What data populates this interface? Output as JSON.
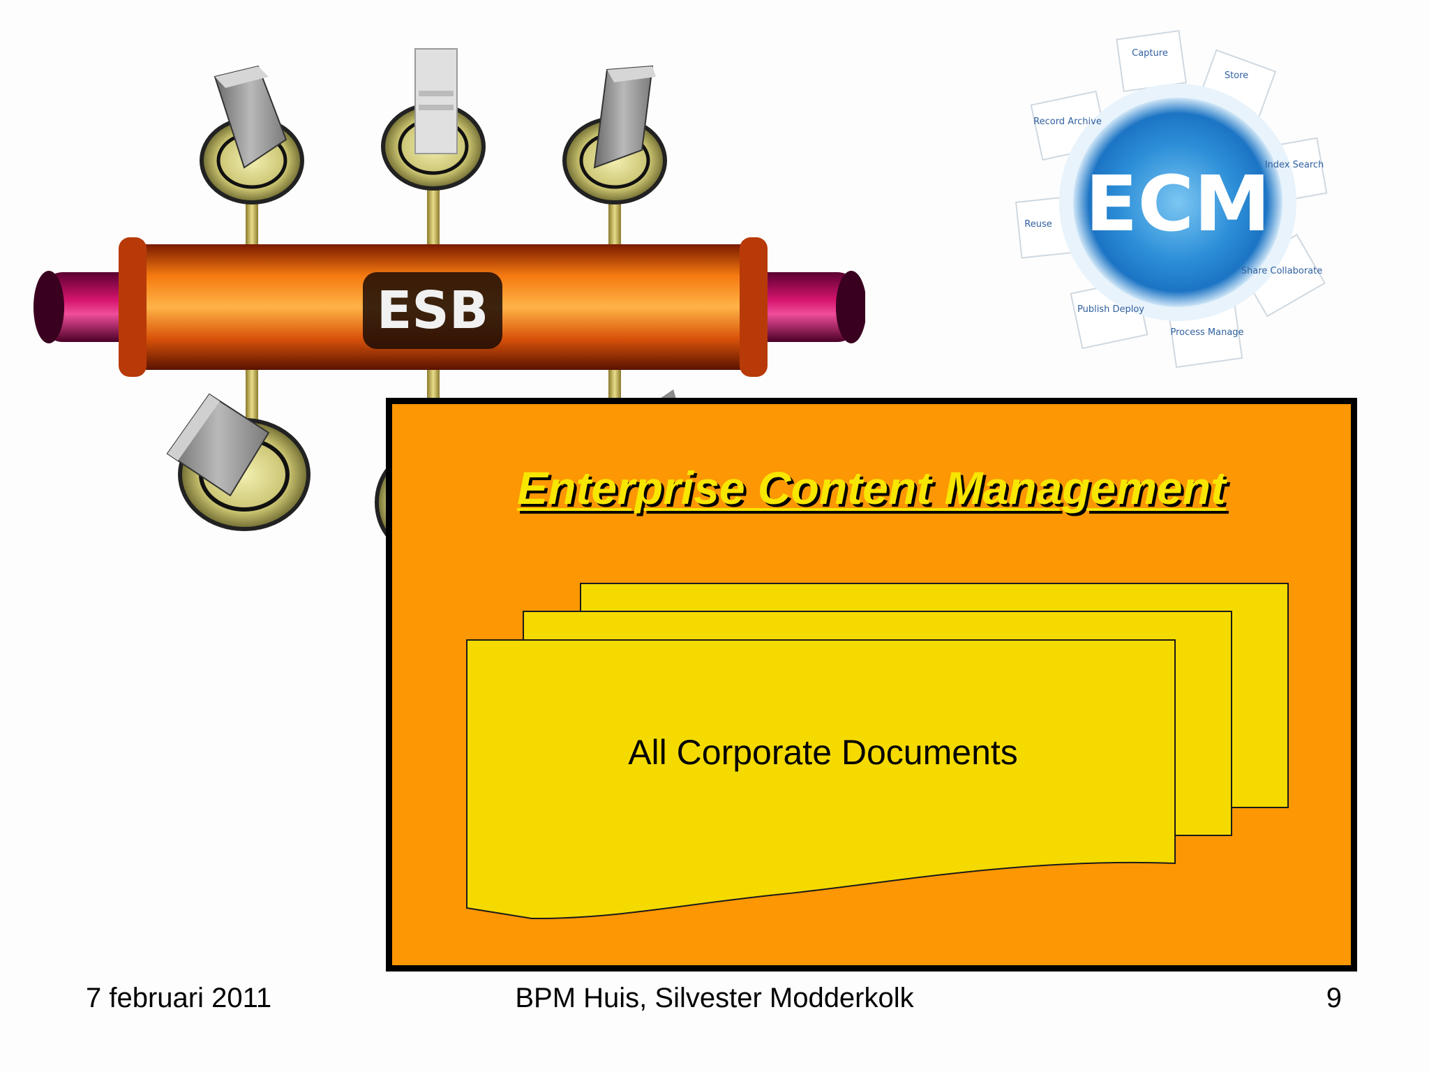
{
  "esb": {
    "label": "ESB"
  },
  "ecm_wheel": {
    "center_label": "ECM",
    "segments": [
      "Capture",
      "Store",
      "Index Search",
      "Share Collaborate",
      "Process Manage",
      "Publish Deploy",
      "Reuse",
      "Record Archive"
    ],
    "colors": {
      "center_blue": "#2d8fd8",
      "segment_text": "#2f5f9e"
    }
  },
  "panel": {
    "title": "Enterprise Content Management",
    "document_label": "All Corporate Documents",
    "colors": {
      "background": "#fd9703",
      "border": "#000000",
      "title": "#f7e600",
      "document": "#f5da00"
    }
  },
  "footer": {
    "date": "7 februari 2011",
    "center": "BPM Huis, Silvester Modderkolk",
    "page": "9"
  }
}
